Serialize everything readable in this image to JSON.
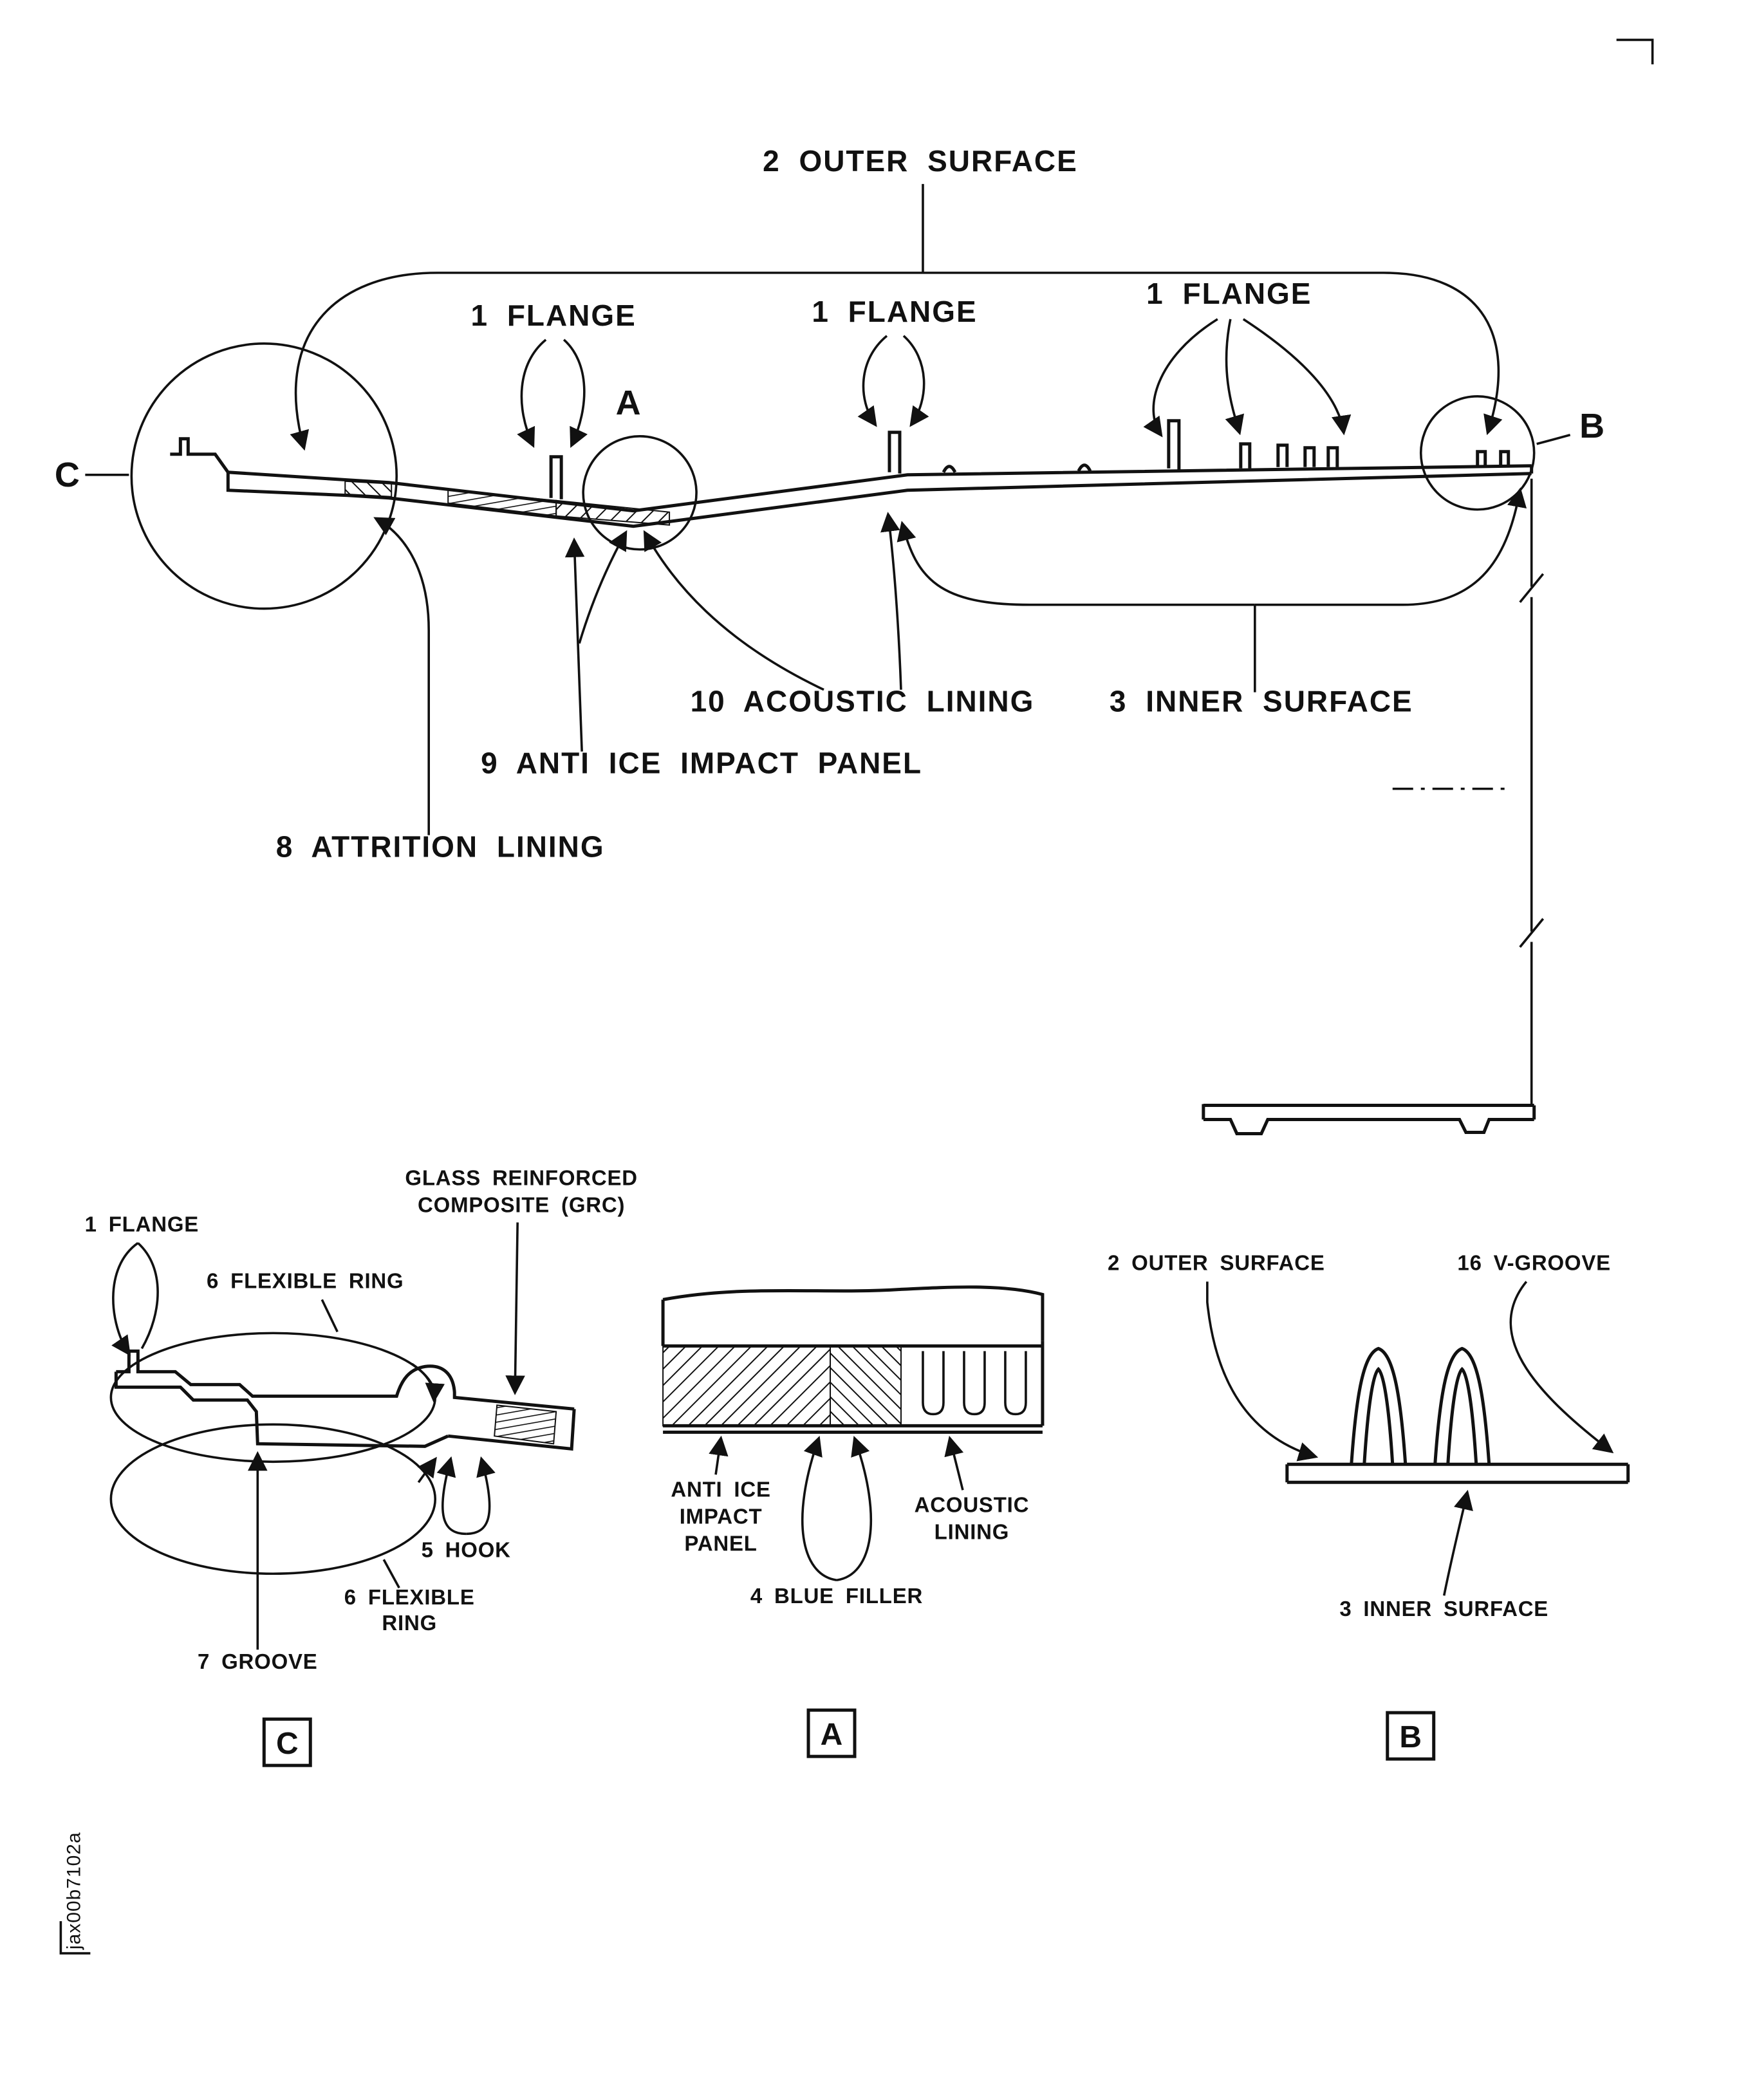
{
  "figure": {
    "id_code": "jax00b7102a"
  },
  "colors": {
    "ink": "#111111",
    "background": "#ffffff"
  },
  "main_view": {
    "outer_surface_label": "2 OUTER SURFACE",
    "flange_label_1": "1 FLANGE",
    "flange_label_2": "1 FLANGE",
    "flange_label_3": "1 FLANGE",
    "acoustic_lining_label": "10 ACOUSTIC LINING",
    "inner_surface_label": "3 INNER SURFACE",
    "anti_ice_label": "9 ANTI ICE IMPACT PANEL",
    "attrition_label": "8 ATTRITION LINING",
    "marker_a": "A",
    "marker_b": "B",
    "marker_c": "C"
  },
  "detail_c": {
    "title_marker": "C",
    "grc_line1": "GLASS REINFORCED",
    "grc_line2": "COMPOSITE (GRC)",
    "flange_label": "1 FLANGE",
    "flexible_ring_top_label": "6 FLEXIBLE RING",
    "hook_label": "5 HOOK",
    "flexible_ring_bottom_line1": "6 FLEXIBLE",
    "flexible_ring_bottom_line2": "RING",
    "groove_label": "7 GROOVE"
  },
  "detail_a": {
    "title_marker": "A",
    "anti_ice_line1": "ANTI ICE",
    "anti_ice_line2": "IMPACT",
    "anti_ice_line3": "PANEL",
    "acoustic_line1": "ACOUSTIC",
    "acoustic_line2": "LINING",
    "blue_filler_label": "4 BLUE FILLER"
  },
  "detail_b": {
    "title_marker": "B",
    "outer_surface_label": "2 OUTER SURFACE",
    "v_groove_label": "16 V-GROOVE",
    "inner_surface_label": "3 INNER SURFACE"
  }
}
